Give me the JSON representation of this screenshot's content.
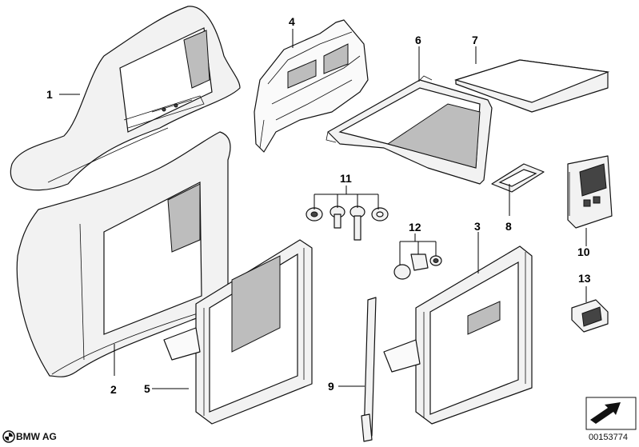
{
  "labels": {
    "p1": "1",
    "p2": "2",
    "p3": "3",
    "p4": "4",
    "p5": "5",
    "p6": "6",
    "p7": "7",
    "p8": "8",
    "p9": "9",
    "p10": "10",
    "p11": "11",
    "p12": "12",
    "p13": "13"
  },
  "footer": {
    "brand": "BMW AG",
    "reference": "00153774"
  }
}
